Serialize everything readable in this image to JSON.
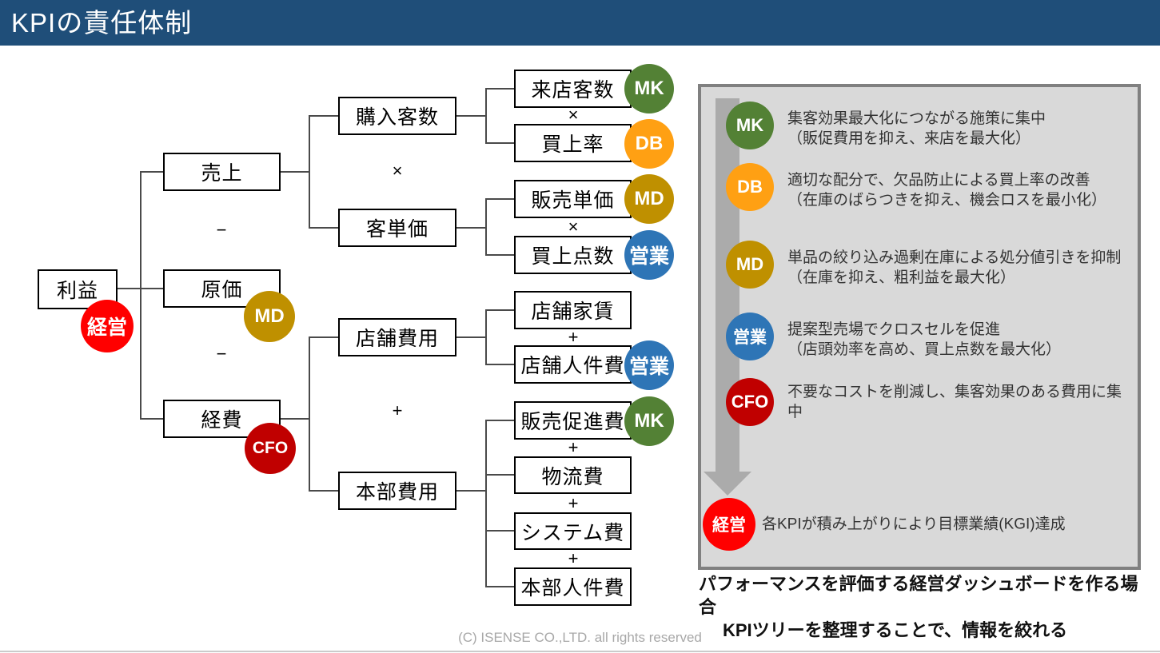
{
  "header": {
    "title": "KPIの責任体制"
  },
  "colors": {
    "header_bg": "#1F4E79",
    "panel_bg": "#D9D9D9",
    "panel_border": "#808080",
    "arrow": "#ABABAB"
  },
  "badge_colors": {
    "MK": "#538135",
    "DB": "#FFA013",
    "MD": "#BF9000",
    "営業": "#2E75B6",
    "CFO": "#C00000",
    "経営": "#FF0000"
  },
  "operators": {
    "multiply": "×",
    "minus": "−",
    "plus": "+"
  },
  "tree": {
    "root": {
      "label": "利益",
      "badge": "経営"
    },
    "level1": [
      {
        "label": "売上"
      },
      {
        "label": "原価",
        "badge": "MD"
      },
      {
        "label": "経費",
        "badge": "CFO"
      }
    ],
    "level2": [
      {
        "label": "購入客数"
      },
      {
        "label": "客単価"
      },
      {
        "label": "店舗費用"
      },
      {
        "label": "本部費用"
      }
    ],
    "level3": [
      {
        "label": "来店客数",
        "badge": "MK"
      },
      {
        "label": "買上率",
        "badge": "DB"
      },
      {
        "label": "販売単価",
        "badge": "MD"
      },
      {
        "label": "買上点数",
        "badge": "営業"
      },
      {
        "label": "店舗家賃"
      },
      {
        "label": "店舗人件費",
        "badge": "営業"
      },
      {
        "label": "販売促進費",
        "badge": "MK"
      },
      {
        "label": "物流費"
      },
      {
        "label": "システム費"
      },
      {
        "label": "本部人件費"
      }
    ]
  },
  "legend": {
    "items": [
      {
        "badge": "MK",
        "color": "#538135",
        "line1": "集客効果最大化につながる施策に集中",
        "line2": "（販促費用を抑え、来店を最大化）"
      },
      {
        "badge": "DB",
        "color": "#FFA013",
        "line1": "適切な配分で、欠品防止による買上率の改善",
        "line2": "（在庫のばらつきを抑え、機会ロスを最小化）"
      },
      {
        "badge": "MD",
        "color": "#BF9000",
        "line1": "単品の絞り込み過剰在庫による処分値引きを抑制",
        "line2": "（在庫を抑え、粗利益を最大化）"
      },
      {
        "badge": "営業",
        "color": "#2E75B6",
        "line1": "提案型売場でクロスセルを促進",
        "line2": "（店頭効率を高め、買上点数を最大化）"
      },
      {
        "badge": "CFO",
        "color": "#C00000",
        "line1": "不要なコストを削減し、集客効果のある費用に集中",
        "line2": ""
      },
      {
        "badge": "経営",
        "color": "#FF0000",
        "line1": "各KPIが積み上がりにより目標業績(KGI)達成",
        "line2": ""
      }
    ]
  },
  "note": {
    "line1": "パフォーマンスを評価する経営ダッシュボードを作る場合",
    "line2": "KPIツリーを整理することで、情報を絞れる"
  },
  "footer": {
    "copyright": "(C) ISENSE CO.,LTD. all rights reserved"
  }
}
